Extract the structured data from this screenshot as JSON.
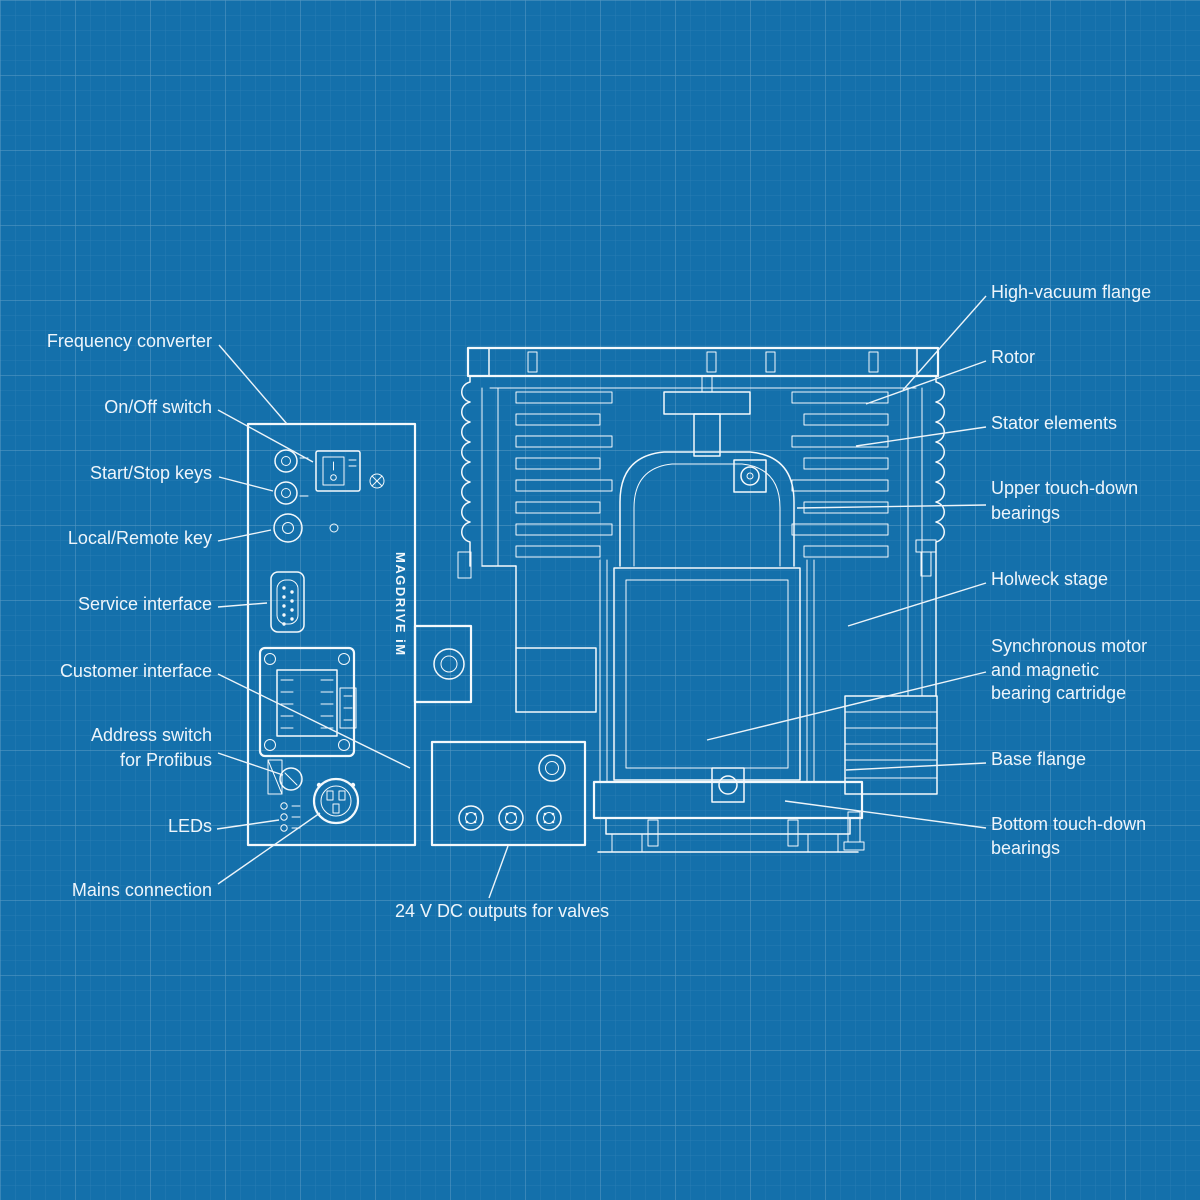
{
  "colors": {
    "background": "#1470ab",
    "grid_minor": "rgba(255,255,255,0.09)",
    "grid_major": "rgba(255,255,255,0.20)",
    "line": "#f4f9fc",
    "text": "#eef5fb"
  },
  "labels": {
    "left": {
      "frequency_converter": "Frequency converter",
      "on_off_switch": "On/Off switch",
      "start_stop_keys": "Start/Stop keys",
      "local_remote_key": "Local/Remote key",
      "service_interface": "Service interface",
      "customer_interface": "Customer interface",
      "address_switch_line1": "Address switch",
      "address_switch_line2": "for Profibus",
      "leds": "LEDs",
      "mains_connection": "Mains connection"
    },
    "bottom": {
      "dc_outputs": "24 V DC outputs for valves"
    },
    "right": {
      "high_vacuum_flange": "High-vacuum flange",
      "rotor": "Rotor",
      "stator_elements": "Stator elements",
      "upper_bearings_line1": "Upper touch-down",
      "upper_bearings_line2": "bearings",
      "holweck_stage": "Holweck stage",
      "motor_line1": "Synchronous motor",
      "motor_line2": "and magnetic",
      "motor_line3": "bearing cartridge",
      "base_flange": "Base flange",
      "bottom_bearings_line1": "Bottom touch-down",
      "bottom_bearings_line2": "bearings"
    },
    "device": {
      "magdrive": "MAGDRIVE iM"
    }
  }
}
